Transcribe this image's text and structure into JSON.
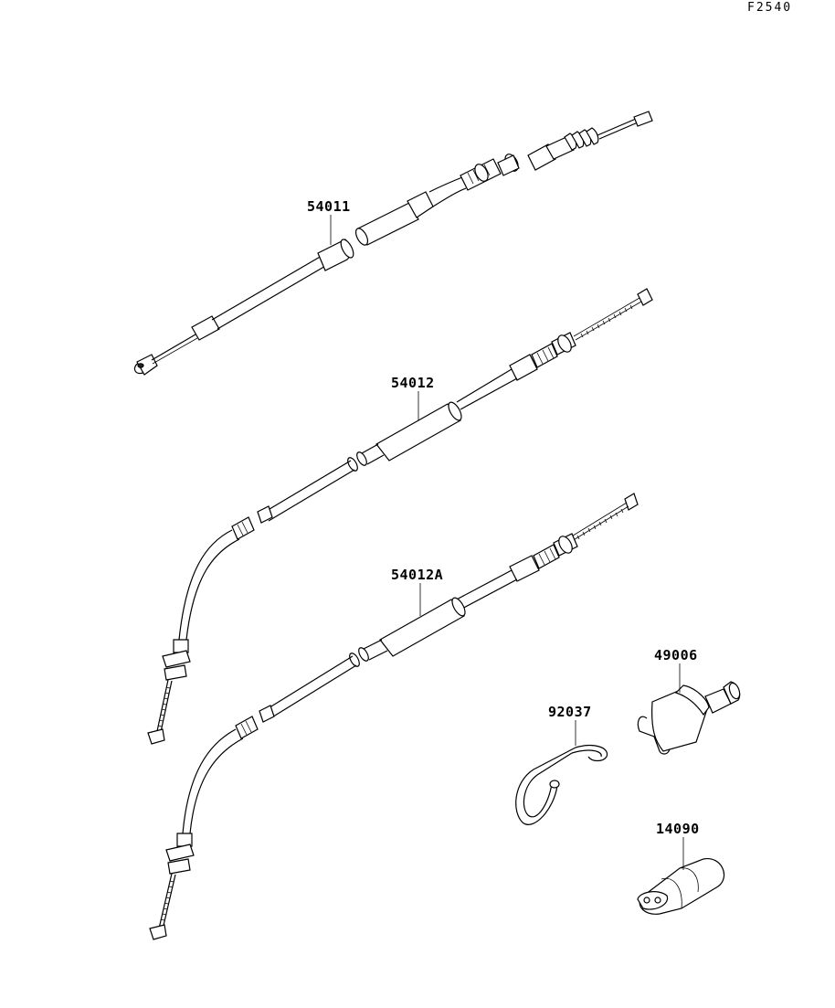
{
  "figure_code": "F2540",
  "parts": [
    {
      "id": "throttle-cable-a",
      "label": "54011"
    },
    {
      "id": "clutch-cable",
      "label": "54012"
    },
    {
      "id": "clutch-cable-a",
      "label": "54012A"
    },
    {
      "id": "cable-holder",
      "label": "49006"
    },
    {
      "id": "clamp",
      "label": "92037"
    },
    {
      "id": "grommet",
      "label": "14090"
    }
  ]
}
